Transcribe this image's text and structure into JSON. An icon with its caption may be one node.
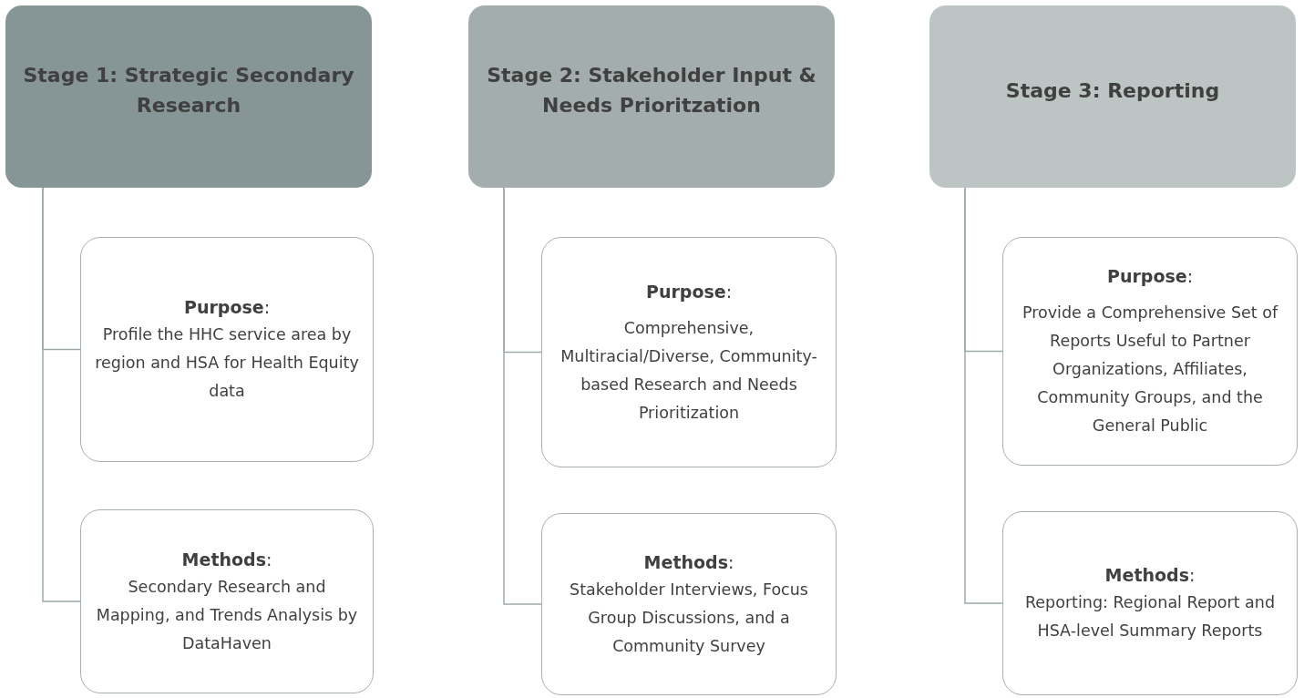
{
  "diagram": {
    "nodes": [
      {
        "text": [
          "Stage 1: Strategic Secondary Research"
        ]
      },
      {
        "text": [
          "**Purpose**:",
          "Profile the HHC service area by region and HSA for Health Equity data"
        ]
      },
      {
        "text": [
          "**Methods**:",
          "Secondary Research and Mapping, and Trends Analysis by DataHaven"
        ]
      },
      {
        "text": [
          "Stage 2: Stakeholder Input & Needs Prioritzation"
        ]
      },
      {
        "text": [
          "**Purpose**:",
          "Comprehensive, Multiracial/Diverse, Community-based Research and Needs Prioritization"
        ]
      },
      {
        "text": [
          "**Methods**:",
          "Stakeholder Interviews, Focus Group Discussions, and a Community Survey"
        ]
      },
      {
        "text": [
          "Stage 3: Reporting"
        ]
      },
      {
        "text": [
          "**Purpose**:",
          "Provide a Comprehensive Set of Reports Useful to Partner Organizations, Affiliates, Community Groups, and the General Public"
        ]
      },
      {
        "text": [
          "**Methods**:",
          "Reporting: Regional Report and HSA-level Summary Reports"
        ]
      }
    ],
    "edges": [
      {
        "from": 0,
        "to": 1,
        "arrow": "none"
      },
      {
        "from": 0,
        "to": 2,
        "arrow": "none"
      },
      {
        "from": 3,
        "to": 4,
        "arrow": "none"
      },
      {
        "from": 3,
        "to": 5,
        "arrow": "none"
      },
      {
        "from": 6,
        "to": 7,
        "arrow": "none"
      },
      {
        "from": 6,
        "to": 8,
        "arrow": "none"
      }
    ]
  }
}
